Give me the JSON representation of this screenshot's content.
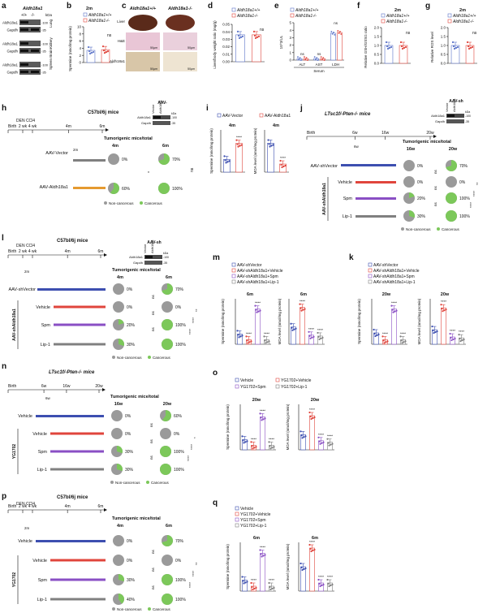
{
  "colors": {
    "blue": "#3d4fb0",
    "red": "#e0453c",
    "purple": "#8a4fc4",
    "orange": "#e59a30",
    "grey": "#808080",
    "green": "#7cc85a",
    "pieGrey": "#9a9a9a",
    "wt": "#5b73c8",
    "ko": "#e0453c"
  },
  "panels": {
    "a": {
      "letter": "a",
      "gene": "Aldh18a1",
      "wt": "+/+",
      "ko": "-/-",
      "kda": "kDa",
      "tissues": [
        "Lung",
        "Kidney",
        "Spleen Brain"
      ],
      "rows": [
        "Aldh18a1",
        "Gapdh"
      ],
      "mw": [
        "-100",
        "-35"
      ]
    },
    "b": {
      "letter": "b",
      "time": "2m",
      "ylabel": "Spermine (nmol/mg protein)",
      "legend": [
        "Aldh18a1+/+",
        "Aldh18a1-/-"
      ],
      "ns": "ns",
      "yticks": [
        "0",
        "2",
        "4",
        "6",
        "8",
        "10"
      ]
    },
    "c": {
      "letter": "c",
      "wt": "Aldh18a1+/+",
      "ko": "Aldh18a1-/-",
      "rows": [
        "Liver",
        "H&E",
        "Aldh18a1"
      ],
      "scale": "50μm"
    },
    "d": {
      "letter": "d",
      "ylabel": "Liver/body weight ratio (mg/g)",
      "legend": [
        "Aldh18a1+/+",
        "Aldh18a1-/-"
      ],
      "ns": "ns",
      "yticks": [
        "0.00",
        "0.01",
        "0.02",
        "0.03",
        "0.04",
        "0.05"
      ]
    },
    "e": {
      "letter": "e",
      "ylabel": "10^3/UL",
      "legend": [
        "Aldh18a1+/+",
        "Aldh18a1-/-"
      ],
      "cats": [
        "ALT",
        "AST",
        "LDH"
      ],
      "xgroup": "Serum",
      "ns": "ns",
      "yticks": [
        "0",
        "1",
        "2",
        "3",
        "4",
        "5"
      ]
    },
    "f": {
      "letter": "f",
      "time": "2m",
      "ylabel": "Relative GSH/GSSG ratio",
      "legend": [
        "Aldh18a1+/+",
        "Aldh18a1-/-"
      ],
      "ns": "ns",
      "yticks": [
        "0.0",
        "0.5",
        "1.0",
        "1.5",
        "2.0"
      ]
    },
    "g": {
      "letter": "g",
      "time": "2m",
      "ylabel": "Relative ROS level",
      "legend": [
        "Aldh18a1+/+",
        "Aldh18a1-/-"
      ],
      "ns": "ns",
      "yticks": [
        "0.0",
        "0.5",
        "1.0",
        "1.5",
        "2.0"
      ]
    },
    "h": {
      "letter": "h",
      "mouse": "C57bl/6j mice",
      "timeline": [
        "Birth",
        "2 wk",
        "4 wk",
        "4m",
        "6m"
      ],
      "treat": "DEN CCl4",
      "wbTitle": "AAV-",
      "wbCols": [
        "Vector",
        "Aldh18a1"
      ],
      "wbRows": [
        "Aldh18a1",
        "Gapdh"
      ],
      "mw": [
        "-100",
        "-35"
      ],
      "kda": "kDa",
      "tumTitle": "Tumorigenic mice/total",
      "groups": [
        "AAV-Vector",
        "AAV-Aldh18a1"
      ],
      "cols": [
        "4m",
        "6m"
      ],
      "pct": [
        [
          "0%",
          "70%"
        ],
        [
          "60%",
          "100%"
        ]
      ],
      "sig": [
        "*",
        "ns"
      ],
      "m2": "2m",
      "legend": [
        "Non-cancerous",
        "Cancerous"
      ]
    },
    "i": {
      "letter": "i",
      "legend": [
        "AAV-Vector",
        "AAV-Aldh18a1"
      ],
      "time": "4m",
      "ylabels": [
        "Spermine (nmol/mg protein)",
        "MDA level (nmol/mg protein)"
      ],
      "sig": "****"
    },
    "j": {
      "letter": "j",
      "mouse": "LTsc1f/-Pten-/- mice",
      "timeline": [
        "Birth",
        "6w",
        "16w",
        "20w"
      ],
      "m6w": "6w",
      "wbTitle": "AAV-sh",
      "wbCols": [
        "Vector",
        "Aldh18a1"
      ],
      "wbRows": [
        "Aldh18a1",
        "Gapdh"
      ],
      "mw": [
        "-100",
        "-35"
      ],
      "kda": "kDa",
      "tumTitle": "Tumorigenic mice/total",
      "cols": [
        "16w",
        "20w"
      ],
      "side": "AAV-shAldh18a1",
      "groups": [
        "AAV-shVector",
        "Vehicle",
        "Spm",
        "Lip-1"
      ],
      "pct": [
        [
          "0%",
          "70%"
        ],
        [
          "0%",
          "0%"
        ],
        [
          "20%",
          "100%"
        ],
        [
          "30%",
          "100%"
        ]
      ],
      "sig": [
        "ns",
        "ns",
        "ns",
        "**",
        "****",
        "****"
      ],
      "legend": [
        "Non-cancerous",
        "Cancerous"
      ]
    },
    "l": {
      "letter": "l",
      "mouse": "C57bl/6j mice",
      "timeline": [
        "Birth",
        "2 wk",
        "4 wk",
        "4m",
        "6m"
      ],
      "treat": "DEN CCl4",
      "m2": "2m",
      "wbTitle": "AAV-sh",
      "wbCols": [
        "Vector",
        "Aldh18a1"
      ],
      "wbRows": [
        "Aldh18a1",
        "Gapdh"
      ],
      "mw": [
        "-100",
        "-35"
      ],
      "kda": "kDa",
      "tumTitle": "Tumorigenic mice/total",
      "cols": [
        "4m",
        "6m"
      ],
      "side": "AAV-shAldh18a1",
      "groups": [
        "AAV-shVector",
        "Vehicle",
        "Spm",
        "Lip-1"
      ],
      "pct": [
        [
          "0%",
          "70%"
        ],
        [
          "0%",
          "0%"
        ],
        [
          "20%",
          "100%"
        ],
        [
          "30%",
          "100%"
        ]
      ],
      "sig": [
        "ns",
        "ns",
        "ns",
        "**",
        "****",
        "****"
      ],
      "legend": [
        "Non-cancerous",
        "Cancerous"
      ]
    },
    "m": {
      "letter": "m",
      "legend": [
        "AAV-shVector",
        "AAV-shAldh18a1+Vehicle",
        "AAV-shAldh18a1+Spm",
        "AAV-shAldh18a1+Lip-1"
      ],
      "time": "6m",
      "ylabels": [
        "Spermine (nmol/mg protein)",
        "MDA level (nmol/mg protein)"
      ],
      "sig": "****"
    },
    "k": {
      "letter": "k",
      "legend": [
        "AAV-shVector",
        "AAV-shAldh18a1+Vehicle",
        "AAV-shAldh18a1+Spm",
        "AAV-shAldh18a1+Lip-1"
      ],
      "time": "20w",
      "ylabels": [
        "Spermine (nmol/mg protein)",
        "MDA level (nmol/mg protein)"
      ],
      "sig": "****"
    },
    "n": {
      "letter": "n",
      "mouse": "LTsc1f/-Pten-/- mice",
      "timeline": [
        "Birth",
        "6w",
        "16w",
        "20w"
      ],
      "m6w": "6w",
      "tumTitle": "Tumorigenic mice/total",
      "cols": [
        "16w",
        "20w"
      ],
      "side": "YG1702",
      "groups": [
        "Vehicle",
        "Vehicle",
        "Spm",
        "Lip-1"
      ],
      "pct": [
        [
          "0%",
          "60%"
        ],
        [
          "0%",
          "0%"
        ],
        [
          "30%",
          "100%"
        ],
        [
          "30%",
          "100%"
        ]
      ],
      "sig": [
        "ns",
        "ns",
        "ns",
        "*",
        "****",
        "****"
      ],
      "legend": [
        "Non-cancerous",
        "Cancerous"
      ]
    },
    "o": {
      "letter": "o",
      "legend": [
        "Vehicle",
        "YG1702+Vehicle",
        "YG1702+Spm",
        "YG1702+Lip-1"
      ],
      "time": "20w",
      "ylabels": [
        "Spermine (nmol/mg protein)",
        "MDA level (nmol/mg protein)"
      ],
      "sig": "****"
    },
    "p": {
      "letter": "p",
      "mouse": "C57bl/6j mice",
      "timeline": [
        "Birth",
        "2 wk",
        "4 wk",
        "4m",
        "6m"
      ],
      "treat": "DEN CCl4",
      "m2": "2m",
      "tumTitle": "Tumorigenic mice/total",
      "cols": [
        "4m",
        "6m"
      ],
      "side": "YG1702",
      "groups": [
        "Vehicle",
        "Vehicle",
        "Spm",
        "Lip-1"
      ],
      "pct": [
        [
          "0%",
          "70%"
        ],
        [
          "0%",
          "0%"
        ],
        [
          "30%",
          "100%"
        ],
        [
          "40%",
          "100%"
        ]
      ],
      "sig": [
        "ns",
        "ns",
        "ns",
        "**",
        "****",
        "****"
      ],
      "legend": [
        "Non-cancerous",
        "Cancerous"
      ]
    },
    "q": {
      "letter": "q",
      "legend": [
        "Vehicle",
        "YG1702+Vehicle",
        "YG1702+Spm",
        "YG1702+Lip-1"
      ],
      "time": "6m",
      "ylabels": [
        "Spermine (nmol/mg protein)",
        "MDA level (nmol/mg protein)"
      ],
      "sig": "****"
    }
  },
  "chart_data": [
    {
      "panel": "b",
      "type": "bar",
      "categories": [
        "Aldh18a1+/+",
        "Aldh18a1-/-"
      ],
      "values": [
        3.4,
        3.6
      ],
      "ylim": [
        0,
        10
      ],
      "ylabel": "Spermine (nmol/mg protein)"
    },
    {
      "panel": "d",
      "type": "bar",
      "categories": [
        "Aldh18a1+/+",
        "Aldh18a1-/-"
      ],
      "values": [
        0.036,
        0.036
      ],
      "ylim": [
        0,
        0.05
      ],
      "ylabel": "Liver/body weight ratio (mg/g)"
    },
    {
      "panel": "e",
      "type": "bar",
      "categories": [
        "ALT",
        "AST",
        "LDH"
      ],
      "series": [
        {
          "name": "Aldh18a1+/+",
          "values": [
            0.2,
            0.2,
            3.6
          ]
        },
        {
          "name": "Aldh18a1-/-",
          "values": [
            0.2,
            0.2,
            3.7
          ]
        }
      ],
      "ylim": [
        0,
        5
      ],
      "ylabel": "10^3/UL"
    },
    {
      "panel": "f",
      "type": "bar",
      "categories": [
        "Aldh18a1+/+",
        "Aldh18a1-/-"
      ],
      "values": [
        1.0,
        1.0
      ],
      "ylim": [
        0,
        2
      ],
      "ylabel": "Relative GSH/GSSG ratio"
    },
    {
      "panel": "g",
      "type": "bar",
      "categories": [
        "Aldh18a1+/+",
        "Aldh18a1-/-"
      ],
      "values": [
        1.0,
        1.0
      ],
      "ylim": [
        0,
        2
      ],
      "ylabel": "Relative ROS level"
    },
    {
      "panel": "i1",
      "type": "bar",
      "categories": [
        "AAV-Vector",
        "AAV-Aldh18a1"
      ],
      "values": [
        4.5,
        10.2
      ],
      "ylim": [
        0,
        15
      ],
      "ylabel": "Spermine (nmol/mg protein)"
    },
    {
      "panel": "i2",
      "type": "bar",
      "categories": [
        "AAV-Vector",
        "AAV-Aldh18a1"
      ],
      "values": [
        8.2,
        2.3
      ],
      "ylim": [
        0,
        12
      ],
      "ylabel": "MDA level (nmol/mg protein)"
    },
    {
      "panel": "m1",
      "type": "bar",
      "categories": [
        "AAV-shVector",
        "AAV-shAldh18a1+Vehicle",
        "AAV-shAldh18a1+Spm",
        "AAV-shAldh18a1+Lip-1"
      ],
      "values": [
        9,
        4,
        31,
        4
      ],
      "ylim": [
        0,
        40
      ],
      "ylabel": "Spermine (nmol/mg protein)"
    },
    {
      "panel": "m2",
      "type": "bar",
      "categories": [
        "AAV-shVector",
        "AAV-shAldh18a1+Vehicle",
        "AAV-shAldh18a1+Spm",
        "AAV-shAldh18a1+Lip-1"
      ],
      "values": [
        3.8,
        8.1,
        2.0,
        1.8
      ],
      "ylim": [
        0,
        10
      ],
      "ylabel": "MDA level (nmol/mg protein)"
    },
    {
      "panel": "k1",
      "type": "bar",
      "categories": [
        "AAV-shVector",
        "AAV-shAldh18a1+Vehicle",
        "AAV-shAldh18a1+Spm",
        "AAV-shAldh18a1+Lip-1"
      ],
      "values": [
        10,
        4,
        31,
        4
      ],
      "ylim": [
        0,
        40
      ],
      "ylabel": "Spermine (nmol/mg protein)"
    },
    {
      "panel": "k2",
      "type": "bar",
      "categories": [
        "AAV-shVector",
        "AAV-shAldh18a1+Vehicle",
        "AAV-shAldh18a1+Spm",
        "AAV-shAldh18a1+Lip-1"
      ],
      "values": [
        3.2,
        8.0,
        1.6,
        1.4
      ],
      "ylim": [
        0,
        10
      ],
      "ylabel": "MDA level (nmol/mg protein)"
    },
    {
      "panel": "o1",
      "type": "bar",
      "categories": [
        "Vehicle",
        "YG1702+Vehicle",
        "YG1702+Spm",
        "YG1702+Lip-1"
      ],
      "values": [
        9,
        4,
        29,
        4
      ],
      "ylim": [
        0,
        40
      ],
      "ylabel": "Spermine (nmol/mg protein)"
    },
    {
      "panel": "o2",
      "type": "bar",
      "categories": [
        "Vehicle",
        "YG1702+Vehicle",
        "YG1702+Spm",
        "YG1702+Lip-1"
      ],
      "values": [
        2.0,
        4.5,
        1.2,
        1.0
      ],
      "ylim": [
        0,
        6
      ],
      "ylabel": "MDA level (nmol/mg protein)"
    },
    {
      "panel": "q1",
      "type": "bar",
      "categories": [
        "Vehicle",
        "YG1702+Vehicle",
        "YG1702+Spm",
        "YG1702+Lip-1"
      ],
      "values": [
        9,
        4,
        31,
        4
      ],
      "ylim": [
        0,
        40
      ],
      "ylabel": "Spermine (nmol/mg protein)"
    },
    {
      "panel": "q2",
      "type": "bar",
      "categories": [
        "Vehicle",
        "YG1702+Vehicle",
        "YG1702+Spm",
        "YG1702+Lip-1"
      ],
      "values": [
        3.0,
        5.3,
        1.0,
        1.0
      ],
      "ylim": [
        0,
        6
      ],
      "ylabel": "MDA level (nmol/mg protein)"
    }
  ]
}
